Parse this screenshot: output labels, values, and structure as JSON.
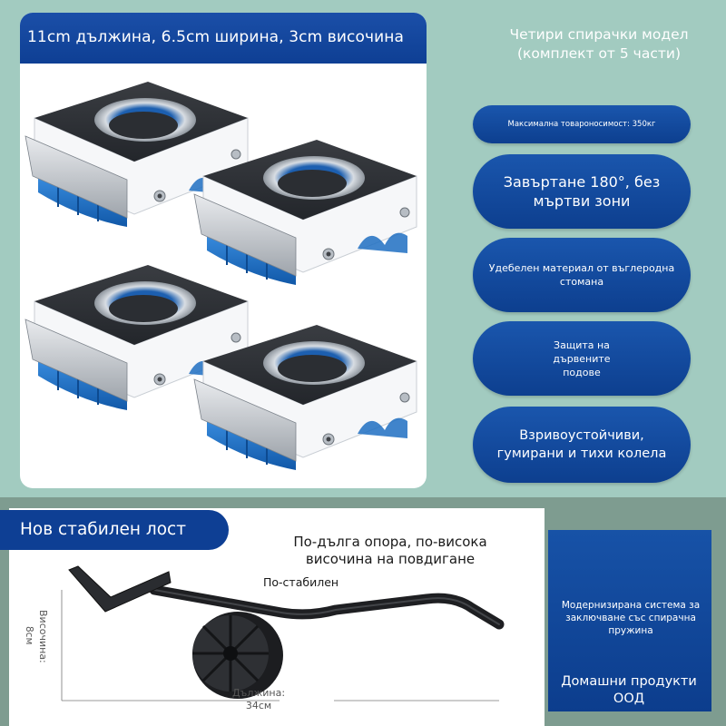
{
  "product_card": {
    "dimensions_banner": "11cm дължина, 6.5cm ширина, 3cm височина"
  },
  "features": {
    "title": "Четири спирачки модел (комплект от 5 части)",
    "items": [
      "Максимална товароносимост: 350кг",
      "Завъртане 180°, без мъртви зони",
      "Удебелен материал от въглеродна стомана",
      "Защита на дървените подове",
      "Взривоустойчиви, гумирани и тихи колела"
    ]
  },
  "lever": {
    "banner": "Нов стабилен лост",
    "heading": "По-дълга опора, по-висока височина на повдигане",
    "stable_label": "По-стабилен",
    "height_label": "Височина:",
    "height_value": "8см",
    "length_label": "Дължина:",
    "length_value": "34см"
  },
  "side_panel": {
    "system_text": "Модернизирана система за заключване със спирачна пружина",
    "company": "Домашни продукти ООД"
  },
  "colors": {
    "background": "#a2cbc0",
    "brand_blue": "#0e3f94",
    "wheel_blue": "#1e6fc2",
    "panel_band": "#7e9c90"
  }
}
